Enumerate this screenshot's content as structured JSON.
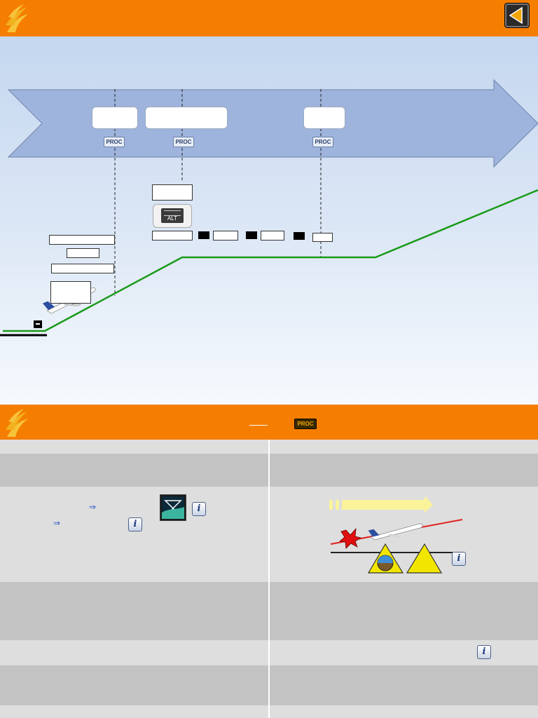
{
  "header": {
    "back_button": "back-arrow-icon"
  },
  "diagram": {
    "proc_badges": [
      "PROC",
      "PROC",
      "PROC"
    ],
    "alt_button": "ALT"
  },
  "section_header": {
    "proc_badge": "PROC"
  },
  "colors": {
    "orange": "#f57e00",
    "flight_path": "#1a9a1a",
    "phase_arrow": "#9fb4dc",
    "row_dark": "#c3c3c3",
    "row_light": "#dedede"
  }
}
